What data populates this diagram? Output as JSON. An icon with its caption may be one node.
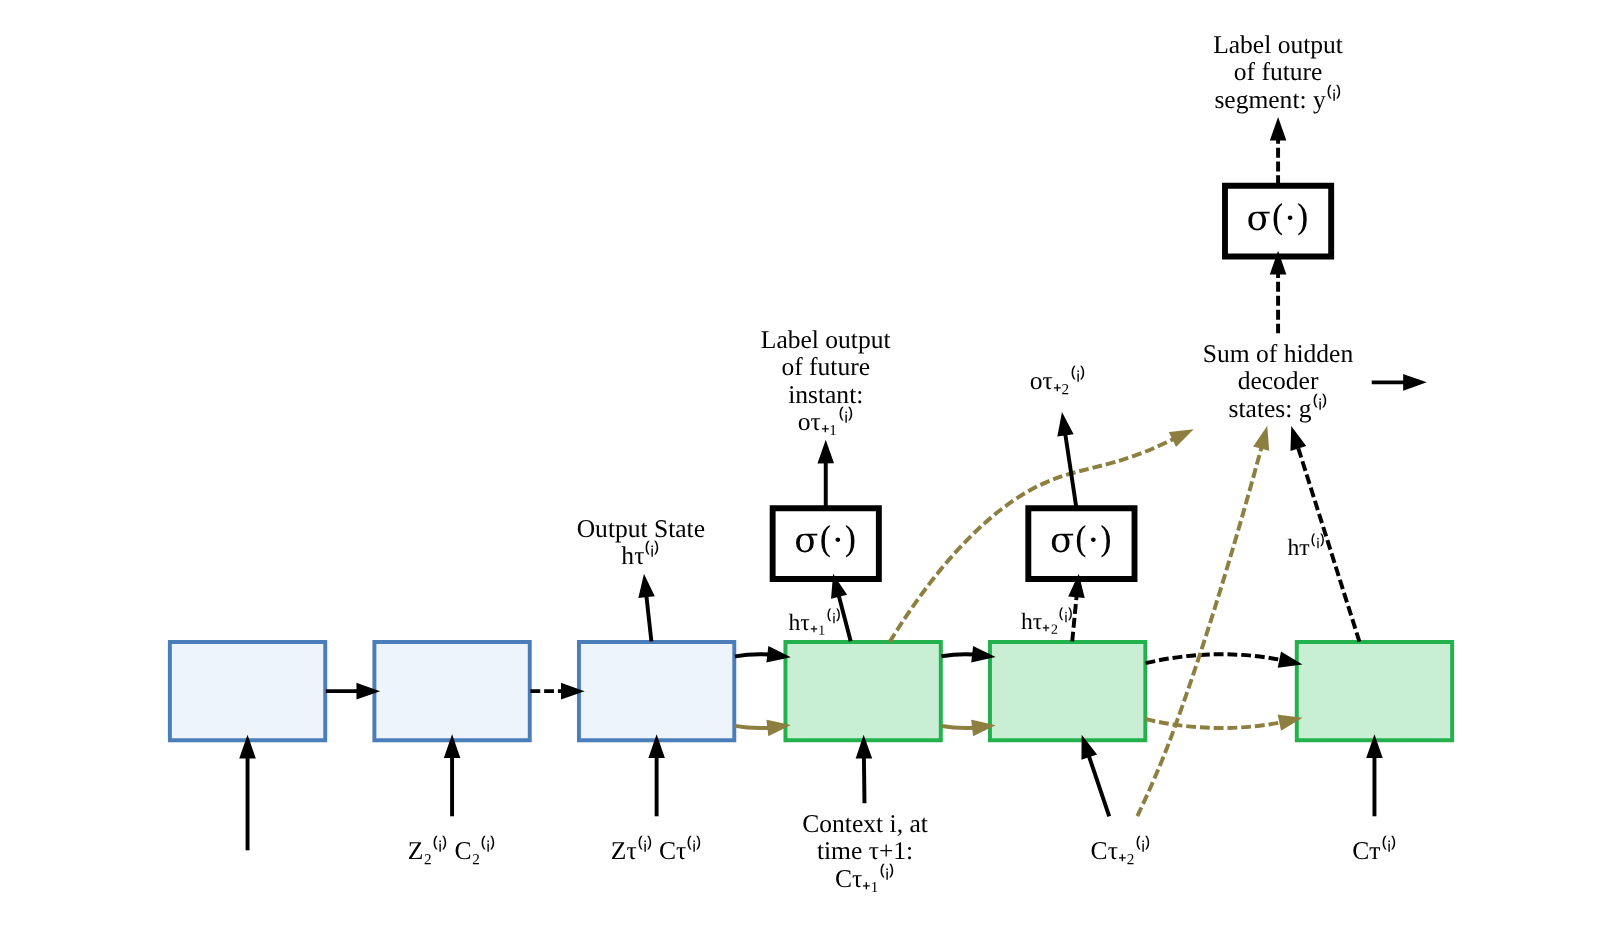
{
  "diagram": {
    "nodes": [
      {
        "text": [],
        "shape": "box"
      },
      {
        "text": [],
        "shape": "box"
      },
      {
        "text": [],
        "shape": "box"
      },
      {
        "text": [],
        "shape": "box"
      },
      {
        "text": [],
        "shape": "box"
      },
      {
        "text": [],
        "shape": "box"
      },
      {
        "text": [
          "σ(·)"
        ]
      },
      {
        "text": [
          "σ(·)"
        ]
      },
      {
        "text": [
          "σ(·)"
        ]
      },
      {
        "text": [
          "Output State hτ⁽ⁱ⁾"
        ]
      },
      {
        "text": [
          "Label output of future instant: oτ₊₁⁽ⁱ⁾"
        ]
      },
      {
        "text": [
          "oτ₊₂⁽ⁱ⁾"
        ]
      },
      {
        "text": [
          "Label output of future segment: y⁽ⁱ⁾"
        ]
      },
      {
        "text": [
          "Sum of hidden decoder states: g⁽ⁱ⁾"
        ]
      },
      {
        "text": [
          "Z₂⁽ⁱ⁾ C₂⁽ⁱ⁾"
        ]
      },
      {
        "text": [
          "Zτ⁽ⁱ⁾ Cτ⁽ⁱ⁾"
        ]
      },
      {
        "text": [
          "Context i, at time τ+1: Cτ₊₁⁽ⁱ⁾"
        ]
      },
      {
        "text": [
          "Cτ₊₂⁽ⁱ⁾"
        ]
      },
      {
        "text": [
          "Cᴛ⁽ⁱ⁾"
        ]
      }
    ],
    "edges": [
      {
        "from": null,
        "to": 0,
        "arrow": "to"
      },
      {
        "from": 0,
        "to": 1,
        "arrow": "to"
      },
      {
        "from": 1,
        "to": 2,
        "arrow": "to",
        "style": "dashed"
      },
      {
        "from": 2,
        "to": 3,
        "arrow": "to"
      },
      {
        "from": 3,
        "to": 4,
        "arrow": "to"
      },
      {
        "from": 4,
        "to": 5,
        "arrow": "to",
        "style": "dashed"
      },
      {
        "from": 14,
        "to": 1,
        "arrow": "to"
      },
      {
        "from": 15,
        "to": 2,
        "arrow": "to"
      },
      {
        "from": 16,
        "to": 3,
        "arrow": "to"
      },
      {
        "from": 17,
        "to": 4,
        "arrow": "to"
      },
      {
        "from": 18,
        "to": 5,
        "arrow": "to"
      },
      {
        "from": 2,
        "to": 9,
        "arrow": "to"
      },
      {
        "from": 3,
        "to": 6,
        "arrow": "to",
        "label": "hτ₊₁⁽ⁱ⁾"
      },
      {
        "from": 4,
        "to": 7,
        "arrow": "to",
        "label": "hτ₊₂⁽ⁱ⁾",
        "style": "dashed"
      },
      {
        "from": 5,
        "to": 13,
        "arrow": "to",
        "label": "hᴛ⁽ⁱ⁾",
        "style": "dashed"
      },
      {
        "from": 6,
        "to": 10,
        "arrow": "to"
      },
      {
        "from": 7,
        "to": 11,
        "arrow": "to"
      },
      {
        "from": 13,
        "to": 8,
        "arrow": "to",
        "style": "dashed"
      },
      {
        "from": 8,
        "to": 12,
        "arrow": "to",
        "style": "dashed"
      },
      {
        "from": 13,
        "to": null,
        "arrow": "to"
      },
      {
        "from": 2,
        "to": 3,
        "arrow": "to",
        "color": "#8c7f3f"
      },
      {
        "from": 3,
        "to": 4,
        "arrow": "to",
        "color": "#8c7f3f"
      },
      {
        "from": 4,
        "to": 5,
        "arrow": "to",
        "color": "#8c7f3f",
        "style": "dashed"
      },
      {
        "from": 3,
        "to": 13,
        "arrow": "to",
        "color": "#8c7f3f",
        "style": "dashed"
      },
      {
        "from": 17,
        "to": 13,
        "arrow": "to",
        "color": "#8c7f3f",
        "style": "dashed"
      }
    ]
  }
}
